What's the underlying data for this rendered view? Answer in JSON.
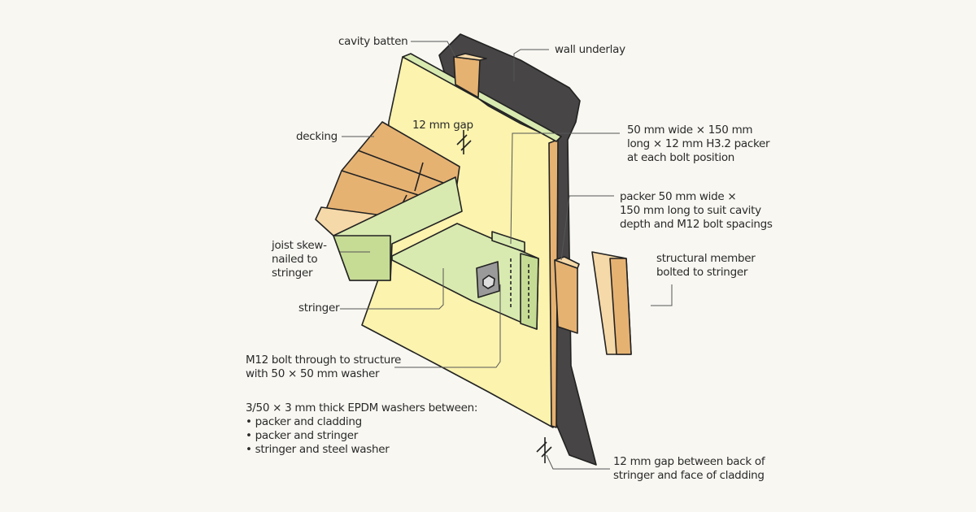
{
  "labels": {
    "cavity_batten": "cavity batten",
    "wall_underlay": "wall underlay",
    "gap_top": "12 mm gap",
    "decking": "decking",
    "packer_h32": [
      "50 mm wide × 150 mm",
      "long × 12 mm H3.2 packer",
      "at each bolt position"
    ],
    "packer_cavity": [
      "packer 50 mm wide ×",
      "150 mm long to suit cavity",
      "depth and M12 bolt spacings"
    ],
    "joist": [
      "joist skew-",
      "nailed to",
      "stringer"
    ],
    "structural_member": [
      "structural member",
      "bolted to stringer"
    ],
    "stringer": "stringer",
    "bolt": [
      "M12 bolt through to structure",
      "with 50 × 50 mm washer"
    ],
    "washers_heading": "3/50 × 3 mm thick EPDM washers between:",
    "washers_items": [
      "packer and cladding",
      "packer and stringer",
      "stringer and steel washer"
    ],
    "gap_bottom": [
      "12 mm gap between back of",
      "stringer and face of cladding"
    ]
  },
  "colors": {
    "background": "#f8f7f2",
    "underlay": "#474545",
    "cladding": "#fbf3ae",
    "timber": "#e6b272",
    "timber_light": "#f6d9a8",
    "stringer": "#d9eab0"
  }
}
